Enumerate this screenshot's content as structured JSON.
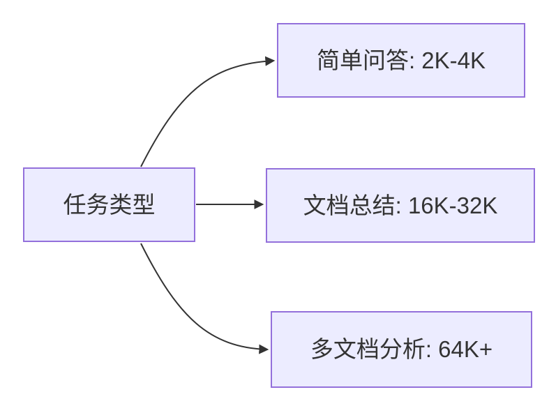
{
  "diagram": {
    "type": "flowchart-LR",
    "root": {
      "id": "task-type",
      "label": "任务类型"
    },
    "children": [
      {
        "id": "simple-qa",
        "label": "简单问答: 2K-4K"
      },
      {
        "id": "doc-summary",
        "label": "文档总结: 16K-32K"
      },
      {
        "id": "multi-doc",
        "label": "多文档分析: 64K+"
      }
    ],
    "edges": [
      {
        "from": "任务类型",
        "to": "简单问答: 2K-4K"
      },
      {
        "from": "任务类型",
        "to": "文档总结: 16K-32K"
      },
      {
        "from": "任务类型",
        "to": "多文档分析: 64K+"
      }
    ],
    "colors": {
      "background": "#FFFFFF",
      "node_fill": "#ECECFF",
      "node_border": "#9370DB",
      "edge_line": "#333333",
      "text": "#333333"
    }
  }
}
